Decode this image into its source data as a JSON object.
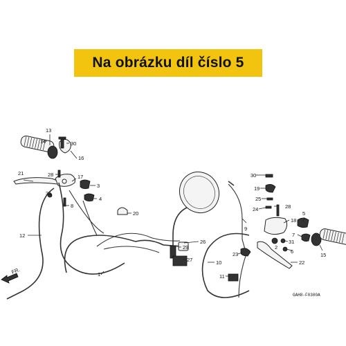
{
  "banner": {
    "text": "Na obrázku díl číslo 5",
    "color": "#f2c40f"
  },
  "diagram": {
    "code": "GAH8-F0300A",
    "direction_label": "FR.",
    "callouts": [
      {
        "id": "c13",
        "text": "13"
      },
      {
        "id": "c14",
        "text": "14"
      },
      {
        "id": "c30a",
        "text": "30"
      },
      {
        "id": "c16",
        "text": "16"
      },
      {
        "id": "c21",
        "text": "21"
      },
      {
        "id": "c28a",
        "text": "28"
      },
      {
        "id": "c17",
        "text": "17"
      },
      {
        "id": "c3",
        "text": "3"
      },
      {
        "id": "c31a",
        "text": "31"
      },
      {
        "id": "c4",
        "text": "4"
      },
      {
        "id": "c8",
        "text": "8"
      },
      {
        "id": "c20",
        "text": "20"
      },
      {
        "id": "c12",
        "text": "12"
      },
      {
        "id": "c1",
        "text": "1"
      },
      {
        "id": "c26",
        "text": "26"
      },
      {
        "id": "c29",
        "text": "29"
      },
      {
        "id": "c27",
        "text": "27"
      },
      {
        "id": "c30b",
        "text": "30"
      },
      {
        "id": "c19",
        "text": "19"
      },
      {
        "id": "c25",
        "text": "25"
      },
      {
        "id": "c28b",
        "text": "28"
      },
      {
        "id": "c24",
        "text": "24"
      },
      {
        "id": "c18",
        "text": "18"
      },
      {
        "id": "c5",
        "text": "5"
      },
      {
        "id": "c9",
        "text": "9"
      },
      {
        "id": "c7",
        "text": "7"
      },
      {
        "id": "c31b",
        "text": "31"
      },
      {
        "id": "c2",
        "text": "2"
      },
      {
        "id": "c6",
        "text": "6"
      },
      {
        "id": "c15",
        "text": "15"
      },
      {
        "id": "c23",
        "text": "23"
      },
      {
        "id": "c10",
        "text": "10"
      },
      {
        "id": "c22",
        "text": "22"
      },
      {
        "id": "c11",
        "text": "11"
      }
    ]
  }
}
